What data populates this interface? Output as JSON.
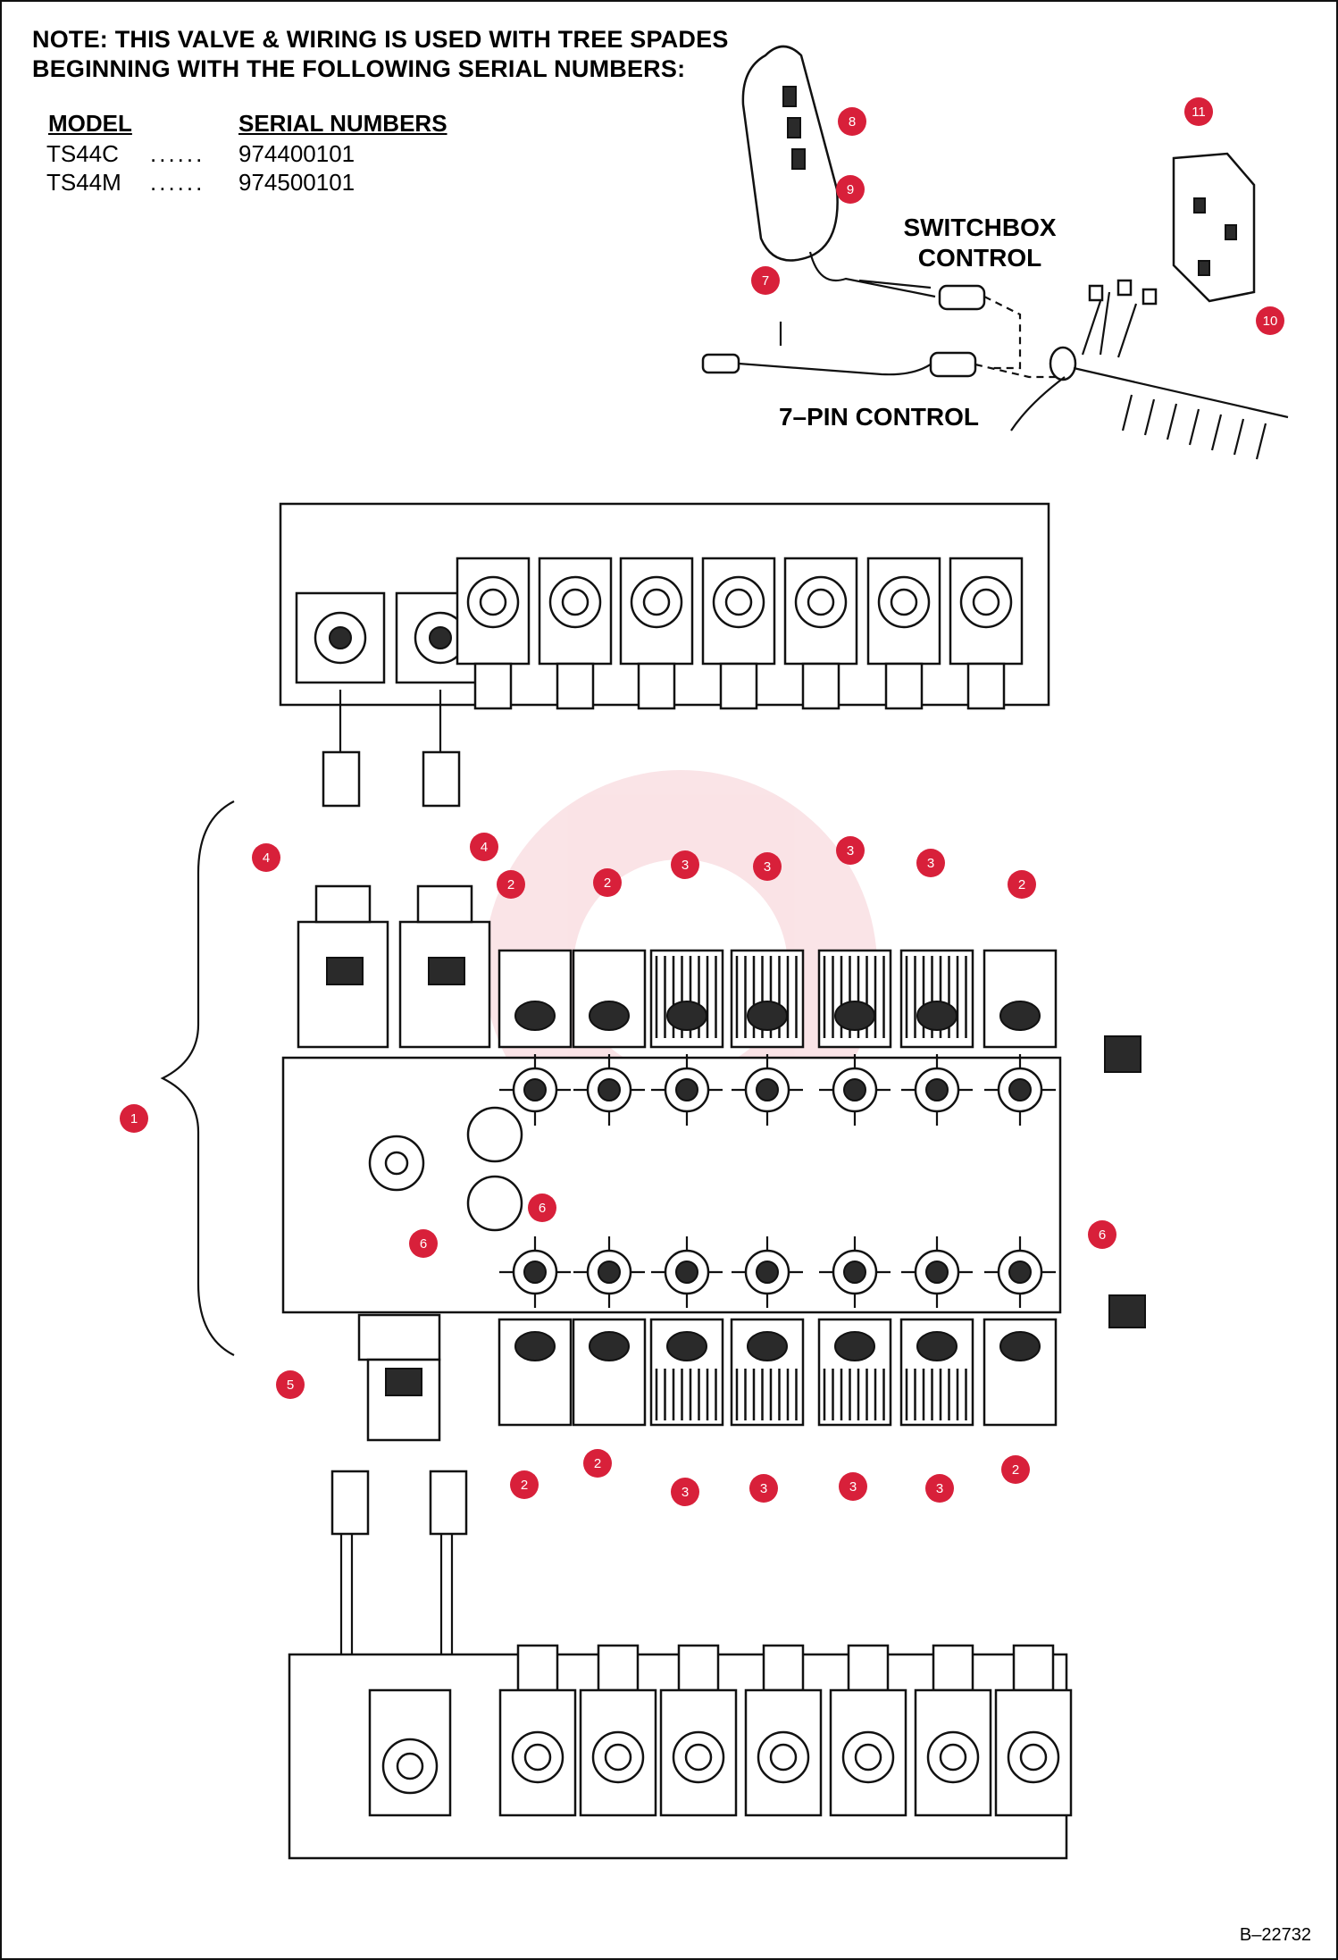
{
  "note": {
    "line1": "NOTE:    THIS VALVE & WIRING IS USED WITH TREE SPADES",
    "line2": "BEGINNING WITH THE FOLLOWING SERIAL NUMBERS:"
  },
  "models": {
    "header_model": "MODEL",
    "header_serial": "SERIAL NUMBERS",
    "rows": [
      {
        "model": "TS44C",
        "dots": "......",
        "serial": "974400101"
      },
      {
        "model": "TS44M",
        "dots": "......",
        "serial": "974500101"
      }
    ]
  },
  "labels": {
    "switchbox_line1": "SWITCHBOX",
    "switchbox_line2": "CONTROL",
    "seven_pin": "7–PIN CONTROL"
  },
  "callouts": [
    "1",
    "2",
    "3",
    "4",
    "5",
    "6",
    "7",
    "8",
    "9",
    "10",
    "11"
  ],
  "reference": "B–22732",
  "colors": {
    "callout_badge": "#d8203a",
    "line_art": "#111111"
  }
}
